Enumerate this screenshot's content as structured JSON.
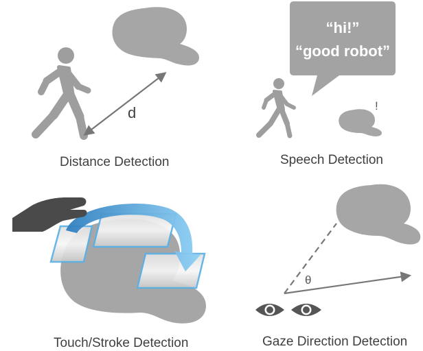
{
  "panels": {
    "distance": {
      "caption": "Distance Detection",
      "distance_label": "d"
    },
    "speech": {
      "caption": "Speech Detection",
      "bubble_lines": [
        "“hi!”",
        "“good robot”"
      ],
      "alert_mark": "!"
    },
    "touch": {
      "caption": "Touch/Stroke Detection"
    },
    "gaze": {
      "caption": "Gaze Direction Detection",
      "angle_label": "θ"
    }
  },
  "colors": {
    "figure_gray": "#9e9e9e",
    "blob_gray": "#a6a6a6",
    "bubble_gray": "#a3a3a3",
    "arrow_gray": "#777777",
    "hand_dark": "#4a4a4a",
    "eye_dark": "#555555",
    "touch_blue": "#5bb0e6",
    "caption_text": "#3f3f3f"
  }
}
